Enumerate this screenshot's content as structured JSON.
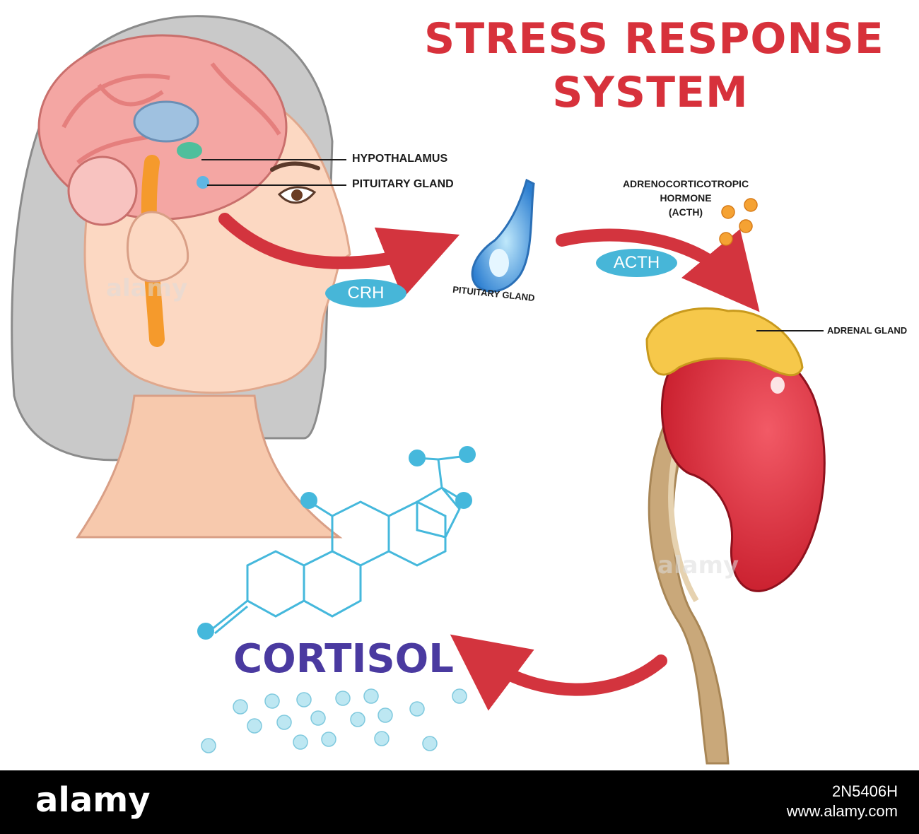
{
  "title": {
    "line1": "STRESS RESPONSE",
    "line2": "SYSTEM"
  },
  "labels": {
    "hypothalamus": "HYPOTHALAMUS",
    "pituitary_gland_head": "PITUITARY GLAND",
    "pituitary_gland_small": "PITUITARY GLAND",
    "acth_line1": "ADRENOCORTICOTROPIC",
    "acth_line2": "HORMONE",
    "acth_line3": "(ACTH)",
    "adrenal_gland": "ADRENAL GLAND"
  },
  "pills": {
    "crh": "CRH",
    "acth": "ACTH"
  },
  "cortisol": "CORTISOL",
  "watermark": {
    "brand": "alamy",
    "image_id": "2N5406H",
    "url": "www.alamy.com",
    "ghost": "alamy"
  },
  "colors": {
    "title": "#d7313b",
    "arrow": "#d3343e",
    "pill": "#47b6d8",
    "cortisol_text": "#4a3aa0",
    "molecule": "#45b8dc",
    "skin": "#fcd8c2",
    "hair": "#c9c9c9",
    "kidney": "#e8434f",
    "adrenal": "#f6c84a",
    "ureter": "#c9a87a"
  }
}
